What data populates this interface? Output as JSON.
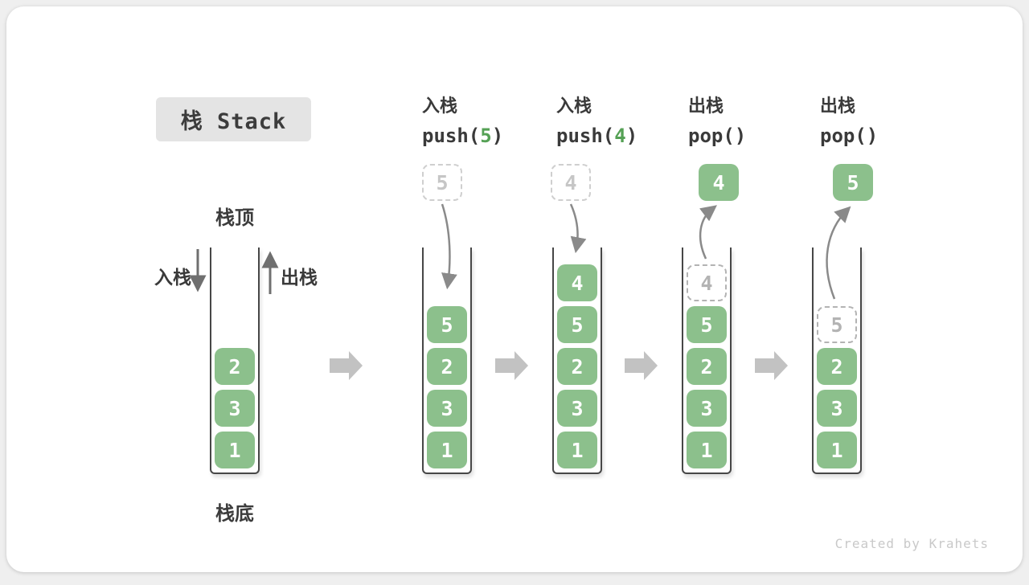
{
  "title": "栈 Stack",
  "footer": "Created by Krahets",
  "static_labels": {
    "stack_top": "栈顶",
    "stack_bottom": "栈底",
    "push_side": "入栈",
    "pop_side": "出栈"
  },
  "colors": {
    "cell_green": "#8cc08c",
    "accent_green": "#55a155",
    "title_bg": "#e4e4e4",
    "text_dark": "#3a3a3a",
    "step_arrow_gray": "#c2c2c2",
    "curve_arrow_gray": "#8a8a8a",
    "ghost_gray": "#b3b3b3",
    "card_bg": "#ffffff"
  },
  "stages": [
    {
      "name": "initial",
      "items": [
        {
          "value": "2",
          "style": "solid"
        },
        {
          "value": "3",
          "style": "solid"
        },
        {
          "value": "1",
          "style": "solid"
        }
      ]
    },
    {
      "name": "push-5",
      "op_cn": "入栈",
      "op_code_pre": "push(",
      "op_arg": "5",
      "op_code_post": ")",
      "floating": {
        "value": "5",
        "style": "dashed"
      },
      "arrow": "down",
      "items": [
        {
          "value": "5",
          "style": "solid"
        },
        {
          "value": "2",
          "style": "solid"
        },
        {
          "value": "3",
          "style": "solid"
        },
        {
          "value": "1",
          "style": "solid"
        }
      ]
    },
    {
      "name": "push-4",
      "op_cn": "入栈",
      "op_code_pre": "push(",
      "op_arg": "4",
      "op_code_post": ")",
      "floating": {
        "value": "4",
        "style": "dashed"
      },
      "arrow": "down",
      "items": [
        {
          "value": "4",
          "style": "solid"
        },
        {
          "value": "5",
          "style": "solid"
        },
        {
          "value": "2",
          "style": "solid"
        },
        {
          "value": "3",
          "style": "solid"
        },
        {
          "value": "1",
          "style": "solid"
        }
      ]
    },
    {
      "name": "pop-4",
      "op_cn": "出栈",
      "op_code_pre": "pop()",
      "op_arg": "",
      "op_code_post": "",
      "floating": {
        "value": "4",
        "style": "solid"
      },
      "arrow": "up",
      "items": [
        {
          "value": "4",
          "style": "ghost"
        },
        {
          "value": "5",
          "style": "solid"
        },
        {
          "value": "2",
          "style": "solid"
        },
        {
          "value": "3",
          "style": "solid"
        },
        {
          "value": "1",
          "style": "solid"
        }
      ]
    },
    {
      "name": "pop-5",
      "op_cn": "出栈",
      "op_code_pre": "pop()",
      "op_arg": "",
      "op_code_post": "",
      "floating": {
        "value": "5",
        "style": "solid"
      },
      "arrow": "up",
      "items": [
        {
          "value": "5",
          "style": "ghost"
        },
        {
          "value": "2",
          "style": "solid"
        },
        {
          "value": "3",
          "style": "solid"
        },
        {
          "value": "1",
          "style": "solid"
        }
      ]
    }
  ]
}
